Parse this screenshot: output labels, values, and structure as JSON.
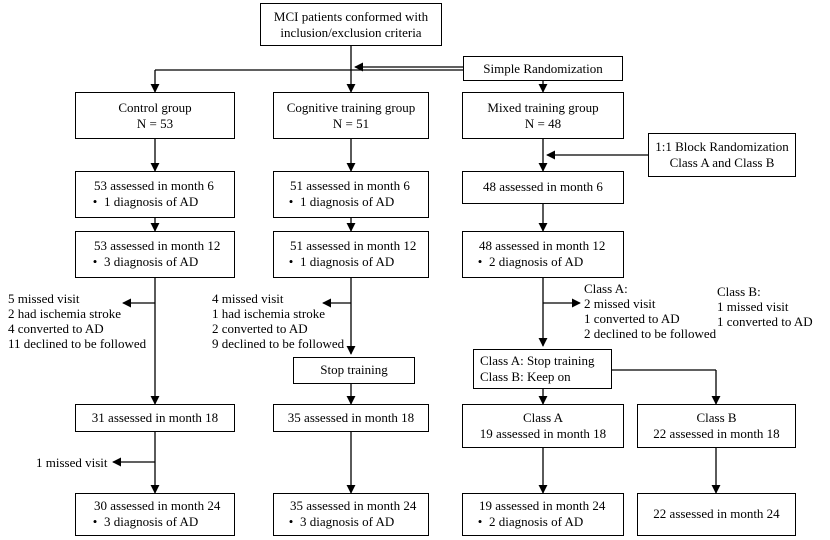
{
  "start": {
    "lines": [
      "MCI patients conformed with",
      "inclusion/exclusion criteria"
    ]
  },
  "simple_randomization": "Simple Randomization",
  "block_randomization": {
    "lines": [
      "1:1 Block Randomization",
      "Class A and Class B"
    ]
  },
  "control": {
    "title": "Control group",
    "n": "N =  53",
    "m6": {
      "title": "53 assessed in month 6",
      "bullet": "1 diagnosis of AD"
    },
    "m12": {
      "title": "53 assessed in month 12",
      "bullet": "3 diagnosis of AD"
    },
    "dropout": [
      "5 missed visit",
      "2 had ischemia stroke",
      "4 converted to AD",
      "11 declined to be followed"
    ],
    "m18": {
      "title": "31 assessed in month 18"
    },
    "dropout2": "1 missed visit",
    "m24": {
      "title": "30 assessed in month 24",
      "bullet": "3 diagnosis of AD"
    }
  },
  "cognitive": {
    "title": "Cognitive training group",
    "n": "N = 51",
    "m6": {
      "title": "51 assessed in month 6",
      "bullet": "1 diagnosis of AD"
    },
    "m12": {
      "title": "51 assessed in month 12",
      "bullet": "1 diagnosis of AD"
    },
    "dropout": [
      "4 missed visit",
      "1 had ischemia stroke",
      "2 converted to AD",
      "9 declined to be followed"
    ],
    "stop": "Stop training",
    "m18": {
      "title": "35 assessed in month 18"
    },
    "m24": {
      "title": "35 assessed in month 24",
      "bullet": "3 diagnosis of AD"
    }
  },
  "mixed": {
    "title": "Mixed training group",
    "n": "N = 48",
    "m6": {
      "title": "48 assessed in month 6"
    },
    "m12": {
      "title": "48 assessed in month 12",
      "bullet": "2 diagnosis of AD"
    },
    "dropout_a": [
      "Class A:",
      "2 missed visit",
      "1 converted to AD",
      "2 declined to be followed"
    ],
    "dropout_b": [
      "Class B:",
      "1 missed visit",
      "1 converted to AD"
    ],
    "split": {
      "lines": [
        "Class A: Stop training",
        "Class B: Keep on"
      ]
    },
    "class_a_m18": {
      "lines": [
        "Class A",
        "19 assessed in month 18"
      ]
    },
    "class_b_m18": {
      "lines": [
        "Class B",
        "22 assessed in month 18"
      ]
    },
    "class_a_m24": {
      "title": "19 assessed in month 24",
      "bullet": "2 diagnosis of AD"
    },
    "class_b_m24": {
      "title": "22 assessed in month 24"
    }
  }
}
